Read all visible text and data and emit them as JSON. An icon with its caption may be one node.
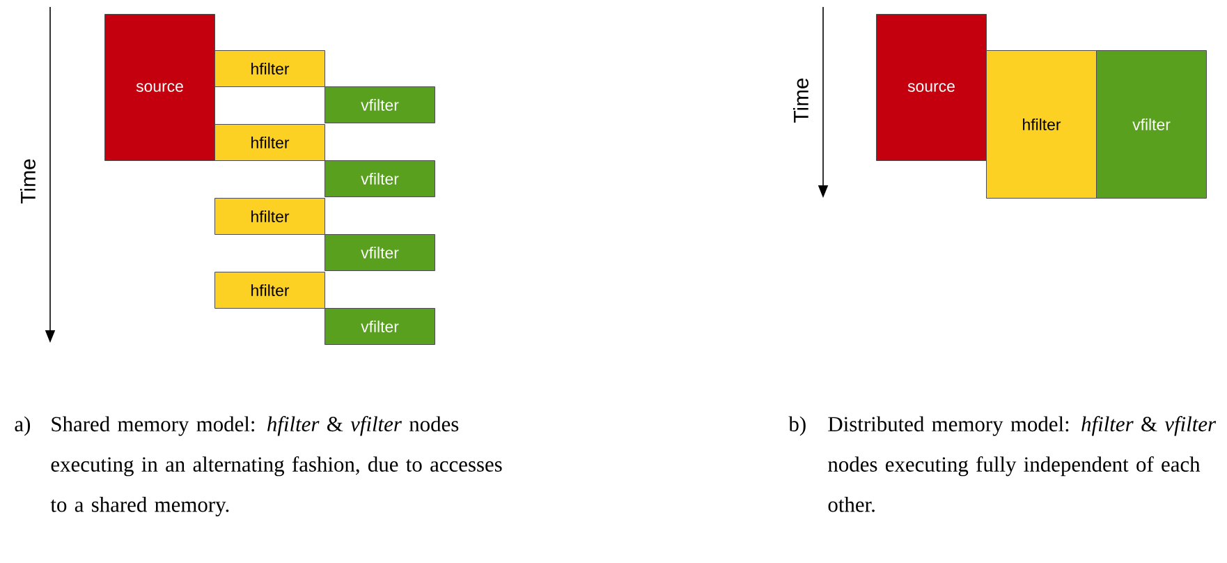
{
  "diagram": {
    "nodes": [
      {
        "text": [
          "source"
        ]
      },
      {
        "text": [
          "hfilter"
        ]
      },
      {
        "text": [
          "vfilter"
        ]
      },
      {
        "text": [
          "hfilter"
        ]
      },
      {
        "text": [
          "vfilter"
        ]
      },
      {
        "text": [
          "hfilter"
        ]
      },
      {
        "text": [
          "vfilter"
        ]
      },
      {
        "text": [
          "hfilter"
        ]
      },
      {
        "text": [
          "vfilter"
        ]
      },
      {
        "text": [
          "source"
        ]
      },
      {
        "text": [
          "hfilter"
        ]
      },
      {
        "text": [
          "vfilter"
        ]
      }
    ],
    "labels": [
      "Time",
      "Time",
      "a)",
      "Shared memory model: *hfilter* & *vfilter* nodes executing in an alternating fashion, due to accesses to a shared memory.",
      "b)",
      "Distributed memory model: *hfilter* & *vfilter* nodes executing fully independent of each other."
    ]
  }
}
